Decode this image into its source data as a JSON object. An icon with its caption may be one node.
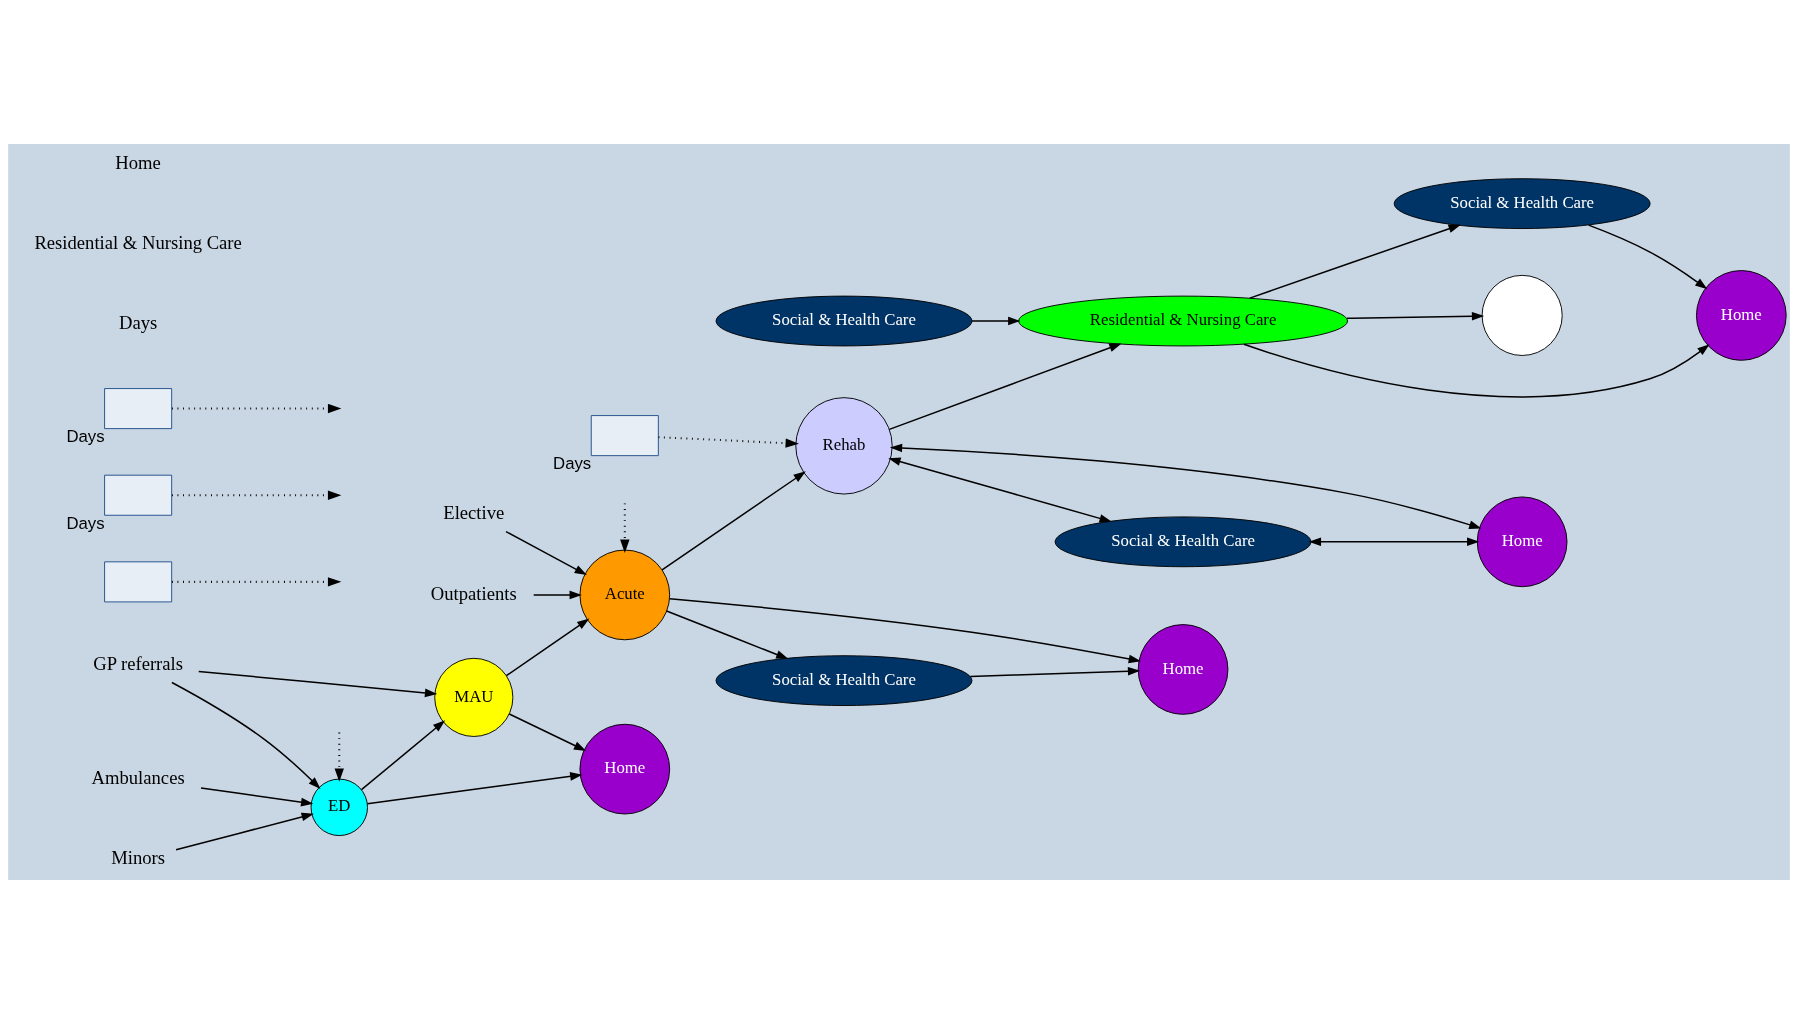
{
  "diagram": {
    "nodes": [
      {
        "text": [
          "Elective"
        ]
      },
      {
        "text": [
          "GP referrals"
        ]
      },
      {
        "text": [
          "Ambulances"
        ]
      },
      {
        "text": [
          "Minors"
        ]
      },
      {
        "text": [
          "Outpatients"
        ]
      },
      {
        "text": [
          "ED"
        ]
      },
      {
        "text": [
          "MAU"
        ]
      },
      {
        "text": [
          "Acute"
        ]
      },
      {
        "text": [
          "Rehab"
        ]
      },
      {
        "text": [
          "Residential & Nursing Care"
        ]
      },
      {
        "text": [],
        "shape": "circle"
      },
      {
        "text": [
          "Home"
        ]
      },
      {
        "text": [
          "Home"
        ]
      },
      {
        "text": [
          "Home"
        ]
      },
      {
        "text": [
          "Home"
        ]
      },
      {
        "text": [
          "Social & Health Care"
        ]
      },
      {
        "text": [
          "Social & Health Care"
        ]
      },
      {
        "text": [
          "Social & Health Care"
        ]
      },
      {
        "text": [
          "Social & Health Care"
        ]
      },
      {
        "text": [],
        "shape": "chart"
      },
      {
        "text": [],
        "shape": "chart",
        "beside": [
          "Days"
        ]
      },
      {
        "text": [],
        "shape": "chart",
        "beside": [
          "Days"
        ]
      },
      {
        "text": [],
        "shape": "chart",
        "beside": [
          "Days"
        ]
      }
    ],
    "edges": [
      {
        "from": 0,
        "to": 7,
        "arrow": "to"
      },
      {
        "from": 1,
        "to": 5,
        "arrow": "to"
      },
      {
        "from": 1,
        "to": 6,
        "arrow": "to"
      },
      {
        "from": 2,
        "to": 5,
        "arrow": "to"
      },
      {
        "from": 3,
        "to": 5,
        "arrow": "to"
      },
      {
        "from": 4,
        "to": 7,
        "arrow": "to"
      },
      {
        "from": null,
        "to": 5,
        "arrow": "to",
        "style": "dashed"
      },
      {
        "from": 5,
        "to": 6,
        "arrow": "to"
      },
      {
        "from": 5,
        "to": 11,
        "arrow": "to"
      },
      {
        "from": 6,
        "to": 11,
        "arrow": "to"
      },
      {
        "from": 6,
        "to": 7,
        "arrow": "to"
      },
      {
        "from": 19,
        "to": null,
        "arrow": "to",
        "style": "dashed"
      },
      {
        "from": null,
        "to": 7,
        "arrow": "to",
        "style": "dashed"
      },
      {
        "from": 7,
        "to": 8,
        "arrow": "to"
      },
      {
        "from": 7,
        "to": 12,
        "arrow": "to"
      },
      {
        "from": 7,
        "to": 15,
        "arrow": "to"
      },
      {
        "from": 20,
        "to": null,
        "arrow": "to",
        "style": "dashed"
      },
      {
        "from": 15,
        "to": 12,
        "arrow": "to"
      },
      {
        "from": 22,
        "to": 8,
        "arrow": "to",
        "style": "dashed"
      },
      {
        "from": 8,
        "to": 13,
        "arrow": "both"
      },
      {
        "from": 8,
        "to": 16,
        "arrow": "both"
      },
      {
        "from": 16,
        "to": 13,
        "arrow": "both"
      },
      {
        "from": 8,
        "to": 9,
        "arrow": "to"
      },
      {
        "from": 21,
        "to": null,
        "arrow": "to",
        "style": "dashed"
      },
      {
        "from": 18,
        "to": 9,
        "arrow": "to"
      },
      {
        "from": 9,
        "to": 14,
        "arrow": "to"
      },
      {
        "from": 9,
        "to": 17,
        "arrow": "to"
      },
      {
        "from": 17,
        "to": 14,
        "arrow": "to"
      },
      {
        "from": 9,
        "to": 10,
        "arrow": "to"
      }
    ],
    "labels": [
      "Days",
      "Residential & Nursing Care",
      "Home"
    ]
  }
}
